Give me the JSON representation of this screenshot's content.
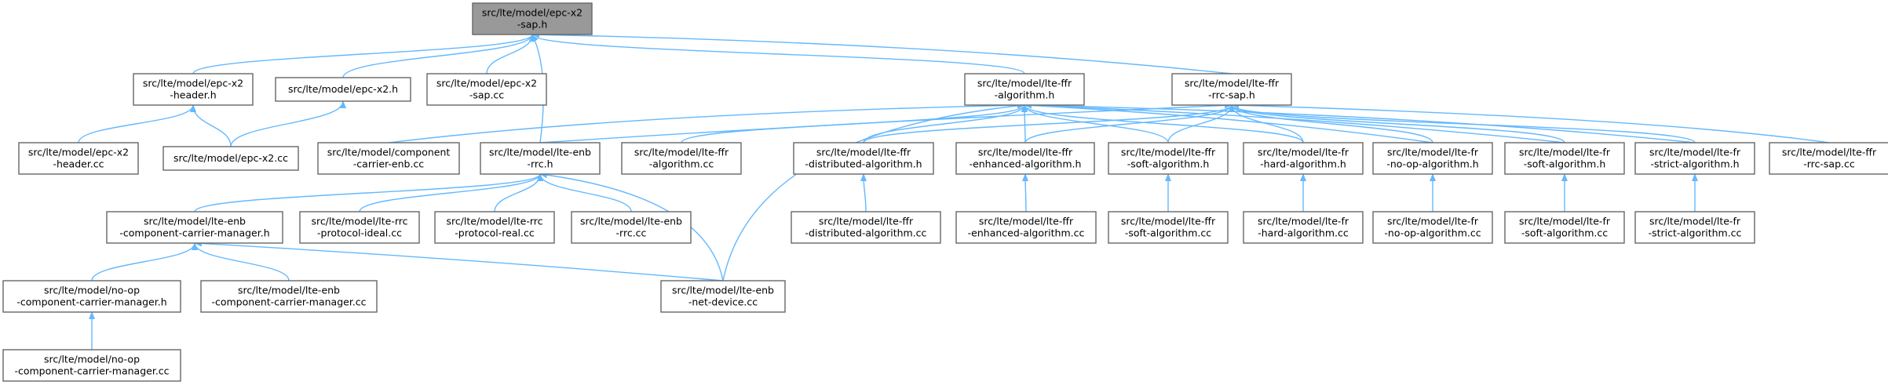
{
  "graph": {
    "root": "n_x2sap_h",
    "nodes": [
      {
        "id": "n_x2sap_h",
        "lines": [
          "src/lte/model/epc-x2",
          "-sap.h"
        ],
        "root": true
      },
      {
        "id": "n_x2hdr_h",
        "lines": [
          "src/lte/model/epc-x2",
          "-header.h"
        ]
      },
      {
        "id": "n_x2_h",
        "lines": [
          "src/lte/model/epc-x2.h"
        ]
      },
      {
        "id": "n_x2sap_cc",
        "lines": [
          "src/lte/model/epc-x2",
          "-sap.cc"
        ]
      },
      {
        "id": "n_ffralg_h",
        "lines": [
          "src/lte/model/lte-ffr",
          "-algorithm.h"
        ]
      },
      {
        "id": "n_ffrrrc_h",
        "lines": [
          "src/lte/model/lte-ffr",
          "-rrc-sap.h"
        ]
      },
      {
        "id": "n_x2hdr_cc",
        "lines": [
          "src/lte/model/epc-x2",
          "-header.cc"
        ]
      },
      {
        "id": "n_x2_cc",
        "lines": [
          "src/lte/model/epc-x2.cc"
        ]
      },
      {
        "id": "n_compcarrier_cc",
        "lines": [
          "src/lte/model/component",
          "-carrier-enb.cc"
        ]
      },
      {
        "id": "n_enbrrc_h",
        "lines": [
          "src/lte/model/lte-enb",
          "-rrc.h"
        ]
      },
      {
        "id": "n_ffralg_cc",
        "lines": [
          "src/lte/model/lte-ffr",
          "-algorithm.cc"
        ]
      },
      {
        "id": "n_ffrdist_h",
        "lines": [
          "src/lte/model/lte-ffr",
          "-distributed-algorithm.h"
        ]
      },
      {
        "id": "n_ffrenh_h",
        "lines": [
          "src/lte/model/lte-ffr",
          "-enhanced-algorithm.h"
        ]
      },
      {
        "id": "n_ffrsoft_h",
        "lines": [
          "src/lte/model/lte-ffr",
          "-soft-algorithm.h"
        ]
      },
      {
        "id": "n_frhard_h",
        "lines": [
          "src/lte/model/lte-fr",
          "-hard-algorithm.h"
        ]
      },
      {
        "id": "n_frnoop_h",
        "lines": [
          "src/lte/model/lte-fr",
          "-no-op-algorithm.h"
        ]
      },
      {
        "id": "n_frsoft_h",
        "lines": [
          "src/lte/model/lte-fr",
          "-soft-algorithm.h"
        ]
      },
      {
        "id": "n_frstrict_h",
        "lines": [
          "src/lte/model/lte-fr",
          "-strict-algorithm.h"
        ]
      },
      {
        "id": "n_ffrrrc_cc",
        "lines": [
          "src/lte/model/lte-ffr",
          "-rrc-sap.cc"
        ]
      },
      {
        "id": "n_ccm_h",
        "lines": [
          "src/lte/model/lte-enb",
          "-component-carrier-manager.h"
        ]
      },
      {
        "id": "n_rrcideal_cc",
        "lines": [
          "src/lte/model/lte-rrc",
          "-protocol-ideal.cc"
        ]
      },
      {
        "id": "n_rrcreal_cc",
        "lines": [
          "src/lte/model/lte-rrc",
          "-protocol-real.cc"
        ]
      },
      {
        "id": "n_enbrrc_cc",
        "lines": [
          "src/lte/model/lte-enb",
          "-rrc.cc"
        ]
      },
      {
        "id": "n_ffrdist_cc",
        "lines": [
          "src/lte/model/lte-ffr",
          "-distributed-algorithm.cc"
        ]
      },
      {
        "id": "n_ffrenh_cc",
        "lines": [
          "src/lte/model/lte-ffr",
          "-enhanced-algorithm.cc"
        ]
      },
      {
        "id": "n_ffrsoft_cc",
        "lines": [
          "src/lte/model/lte-ffr",
          "-soft-algorithm.cc"
        ]
      },
      {
        "id": "n_frhard_cc",
        "lines": [
          "src/lte/model/lte-fr",
          "-hard-algorithm.cc"
        ]
      },
      {
        "id": "n_frnoop_cc",
        "lines": [
          "src/lte/model/lte-fr",
          "-no-op-algorithm.cc"
        ]
      },
      {
        "id": "n_frsoft_cc",
        "lines": [
          "src/lte/model/lte-fr",
          "-soft-algorithm.cc"
        ]
      },
      {
        "id": "n_frstrict_cc",
        "lines": [
          "src/lte/model/lte-fr",
          "-strict-algorithm.cc"
        ]
      },
      {
        "id": "n_noopccm_h",
        "lines": [
          "src/lte/model/no-op",
          "-component-carrier-manager.h"
        ]
      },
      {
        "id": "n_enbccm_cc",
        "lines": [
          "src/lte/model/lte-enb",
          "-component-carrier-manager.cc"
        ]
      },
      {
        "id": "n_netdev_cc",
        "lines": [
          "src/lte/model/lte-enb",
          "-net-device.cc"
        ]
      },
      {
        "id": "n_noopccm_cc",
        "lines": [
          "src/lte/model/no-op",
          "-component-carrier-manager.cc"
        ]
      }
    ],
    "edges": [
      {
        "from": "n_x2hdr_h",
        "to": "n_x2sap_h"
      },
      {
        "from": "n_x2_h",
        "to": "n_x2sap_h"
      },
      {
        "from": "n_x2sap_cc",
        "to": "n_x2sap_h"
      },
      {
        "from": "n_enbrrc_h",
        "to": "n_x2sap_h"
      },
      {
        "from": "n_ffralg_h",
        "to": "n_x2sap_h"
      },
      {
        "from": "n_ffrrrc_h",
        "to": "n_x2sap_h"
      },
      {
        "from": "n_x2hdr_cc",
        "to": "n_x2hdr_h"
      },
      {
        "from": "n_x2_cc",
        "to": "n_x2hdr_h"
      },
      {
        "from": "n_x2_cc",
        "to": "n_x2_h"
      },
      {
        "from": "n_compcarrier_cc",
        "to": "n_ffralg_h"
      },
      {
        "from": "n_ffralg_cc",
        "to": "n_ffralg_h"
      },
      {
        "from": "n_ffrdist_h",
        "to": "n_ffralg_h"
      },
      {
        "from": "n_ffrenh_h",
        "to": "n_ffralg_h"
      },
      {
        "from": "n_ffrsoft_h",
        "to": "n_ffralg_h"
      },
      {
        "from": "n_frhard_h",
        "to": "n_ffralg_h"
      },
      {
        "from": "n_frnoop_h",
        "to": "n_ffralg_h"
      },
      {
        "from": "n_frsoft_h",
        "to": "n_ffralg_h"
      },
      {
        "from": "n_frstrict_h",
        "to": "n_ffralg_h"
      },
      {
        "from": "n_netdev_cc",
        "to": "n_ffralg_h"
      },
      {
        "from": "n_enbrrc_h",
        "to": "n_ffrrrc_h"
      },
      {
        "from": "n_ffrdist_h",
        "to": "n_ffrrrc_h"
      },
      {
        "from": "n_ffrenh_h",
        "to": "n_ffrrrc_h"
      },
      {
        "from": "n_ffrsoft_h",
        "to": "n_ffrrrc_h"
      },
      {
        "from": "n_frhard_h",
        "to": "n_ffrrrc_h"
      },
      {
        "from": "n_frnoop_h",
        "to": "n_ffrrrc_h"
      },
      {
        "from": "n_frsoft_h",
        "to": "n_ffrrrc_h"
      },
      {
        "from": "n_frstrict_h",
        "to": "n_ffrrrc_h"
      },
      {
        "from": "n_ffrrrc_cc",
        "to": "n_ffrrrc_h"
      },
      {
        "from": "n_ccm_h",
        "to": "n_enbrrc_h"
      },
      {
        "from": "n_rrcideal_cc",
        "to": "n_enbrrc_h"
      },
      {
        "from": "n_rrcreal_cc",
        "to": "n_enbrrc_h"
      },
      {
        "from": "n_enbrrc_cc",
        "to": "n_enbrrc_h"
      },
      {
        "from": "n_netdev_cc",
        "to": "n_enbrrc_h"
      },
      {
        "from": "n_ffrdist_cc",
        "to": "n_ffrdist_h"
      },
      {
        "from": "n_ffrenh_cc",
        "to": "n_ffrenh_h"
      },
      {
        "from": "n_ffrsoft_cc",
        "to": "n_ffrsoft_h"
      },
      {
        "from": "n_frhard_cc",
        "to": "n_frhard_h"
      },
      {
        "from": "n_frnoop_cc",
        "to": "n_frnoop_h"
      },
      {
        "from": "n_frsoft_cc",
        "to": "n_frsoft_h"
      },
      {
        "from": "n_frstrict_cc",
        "to": "n_frstrict_h"
      },
      {
        "from": "n_noopccm_h",
        "to": "n_ccm_h"
      },
      {
        "from": "n_enbccm_cc",
        "to": "n_ccm_h"
      },
      {
        "from": "n_netdev_cc",
        "to": "n_ccm_h"
      },
      {
        "from": "n_noopccm_cc",
        "to": "n_noopccm_h"
      }
    ]
  },
  "colors": {
    "edge": "#63b8ff",
    "node_border": "#666666",
    "node_fill": "#ffffff",
    "root_fill": "#999999"
  }
}
